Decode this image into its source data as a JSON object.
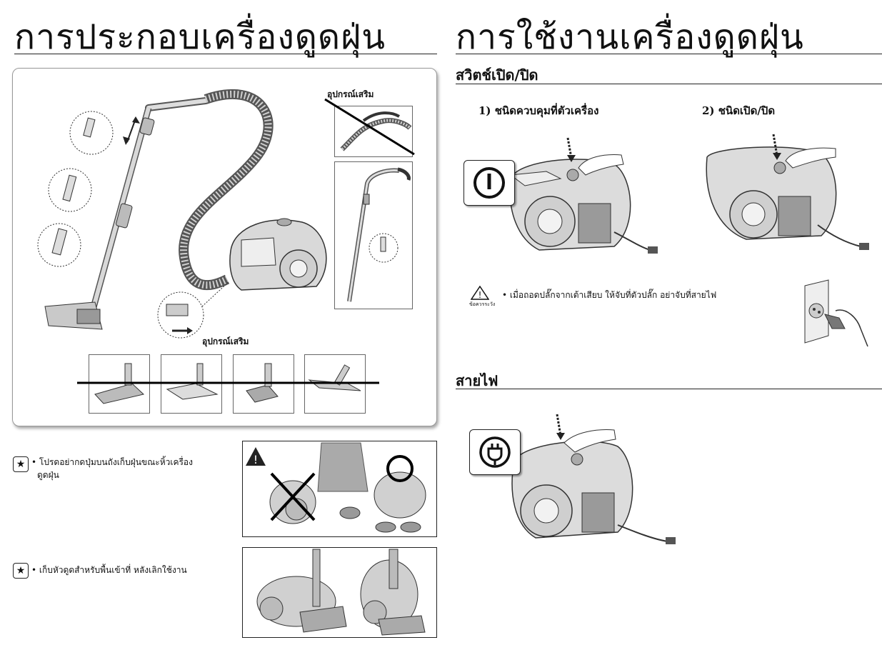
{
  "left": {
    "title": "การประกอบเครื่องดูดฝุ่น",
    "accessory_label_top": "อุปกรณ์เสริม",
    "accessory_label_bottom": "อุปกรณ์เสริม",
    "note1_line1": "• โปรดอย่ากดปุ่มบนถังเก็บฝุ่นขณะหิ้วเครื่อง",
    "note1_line2": "ดูดฝุ่น",
    "note2": "• เก็บหัวดูดสำหรับพื้นเข้าที่ หลังเลิกใช้งาน"
  },
  "right": {
    "title": "การใช้งานเครื่องดูดฝุ่น",
    "switch_section": "สวิตช์เปิด/ปิด",
    "type1": "1) ชนิดควบคุมที่ตัวเครื่อง",
    "type2": "2) ชนิดเปิด/ปิด",
    "caution_label": "ข้อควรระวัง",
    "caution_text": "• เมื่อถอดปลั๊กจากเต้าเสียบ ให้จับที่ตัวปลั๊ก อย่าจับที่สายไฟ",
    "cord_section": "สายไฟ"
  },
  "icons": {
    "power": "power-icon",
    "plug": "plug-icon",
    "star": "star-icon",
    "warning": "warning-triangle-icon"
  },
  "colors": {
    "line": "#222222",
    "panel_border": "#999999",
    "illustration_fill": "#d9d9d9",
    "illustration_dark": "#8c8c8c"
  }
}
